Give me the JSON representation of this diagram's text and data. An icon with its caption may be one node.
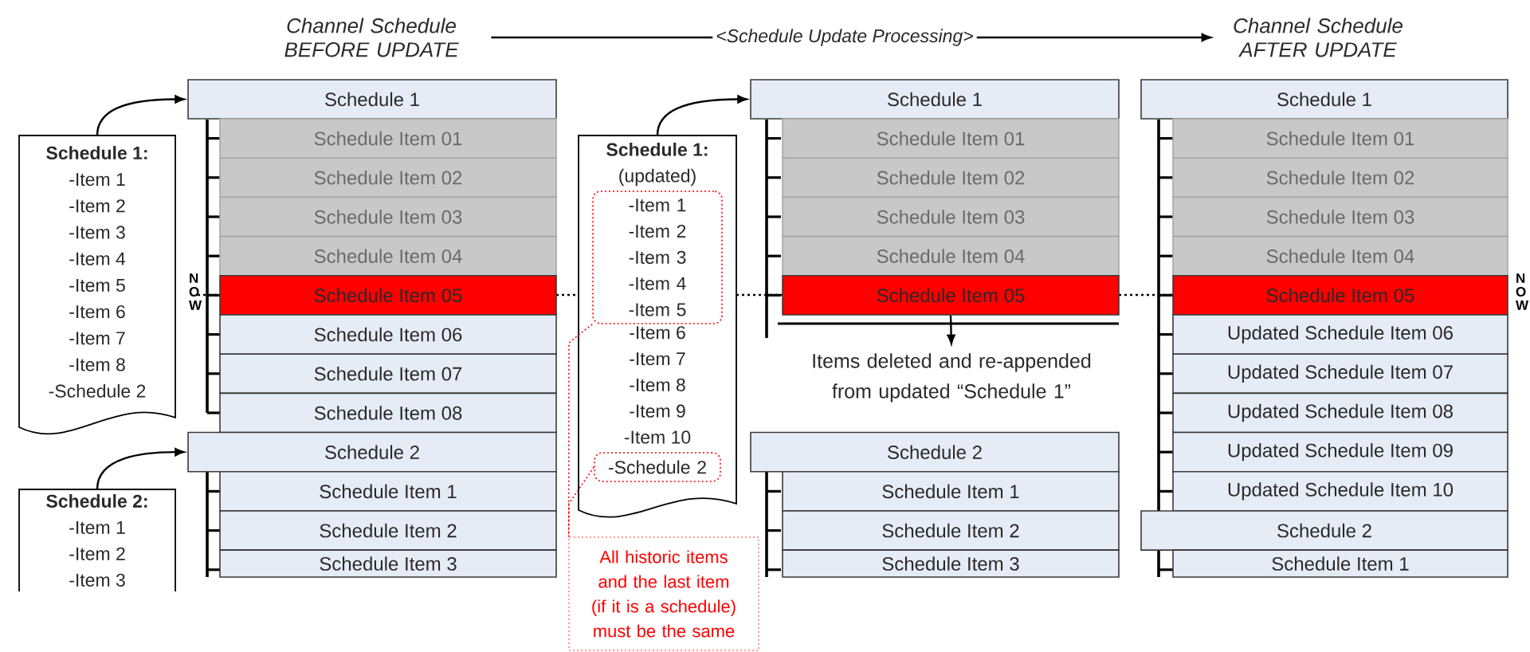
{
  "diagram": {
    "nodes": [
      {
        "text": [
          "Channel Schedule BEFORE UPDATE"
        ]
      },
      {
        "text": [
          "Channel Schedule AFTER UPDATE"
        ]
      },
      {
        "text": [
          "Schedule 1:",
          "-Item 1",
          "-Item 2",
          "-Item 3",
          "-Item 4",
          "-Item 5",
          "-Item 6",
          "-Item 7",
          "-Item 8",
          "-Schedule 2"
        ]
      },
      {
        "text": [
          "Schedule 1"
        ]
      },
      {
        "text": [
          "Schedule Item 01"
        ]
      },
      {
        "text": [
          "Schedule Item 02"
        ]
      },
      {
        "text": [
          "Schedule Item 03"
        ]
      },
      {
        "text": [
          "Schedule Item 04"
        ]
      },
      {
        "text": [
          "Schedule Item 05"
        ]
      },
      {
        "text": [
          "Schedule Item 06"
        ]
      },
      {
        "text": [
          "Schedule Item 07"
        ]
      },
      {
        "text": [
          "Schedule Item 08"
        ]
      },
      {
        "text": [
          "Schedule 2"
        ]
      },
      {
        "text": [
          "Schedule Item 1"
        ]
      },
      {
        "text": [
          "Schedule Item 2"
        ]
      },
      {
        "text": [
          "Schedule Item 3"
        ]
      },
      {
        "text": [
          "Schedule 2:",
          "-Item 1",
          "-Item 2",
          "-Item 3"
        ]
      },
      {
        "text": [
          "Schedule 1:",
          "(updated)",
          "-Item 6",
          "-Item 7",
          "-Item 8",
          "-Item 9",
          "-Item 10"
        ]
      },
      {
        "text": [
          "-Item 1",
          "-Item 2",
          "-Item 3",
          "-Item 4",
          "-Item 5"
        ],
        "in": 17
      },
      {
        "text": [
          "-Schedule 2"
        ],
        "in": 17
      },
      {
        "text": [
          "All historic items and the last item (if it is a schedule) must be the same"
        ]
      },
      {
        "text": [
          "Schedule 1"
        ]
      },
      {
        "text": [
          "Schedule Item 01"
        ]
      },
      {
        "text": [
          "Schedule Item 02"
        ]
      },
      {
        "text": [
          "Schedule Item 03"
        ]
      },
      {
        "text": [
          "Schedule Item 04"
        ]
      },
      {
        "text": [
          "Schedule Item 05"
        ]
      },
      {
        "text": [
          "Items deleted and re-appended from updated “Schedule 1”"
        ]
      },
      {
        "text": [
          "Schedule 2"
        ]
      },
      {
        "text": [
          "Schedule Item 1"
        ]
      },
      {
        "text": [
          "Schedule Item 2"
        ]
      },
      {
        "text": [
          "Schedule Item 3"
        ]
      },
      {
        "text": [
          "Schedule 1"
        ]
      },
      {
        "text": [
          "Schedule Item 01"
        ]
      },
      {
        "text": [
          "Schedule Item 02"
        ]
      },
      {
        "text": [
          "Schedule Item 03"
        ]
      },
      {
        "text": [
          "Schedule Item 04"
        ]
      },
      {
        "text": [
          "Schedule Item 05"
        ]
      },
      {
        "text": [
          "Updated Schedule Item 06"
        ]
      },
      {
        "text": [
          "Updated Schedule Item 07"
        ]
      },
      {
        "text": [
          "Updated Schedule Item 08"
        ]
      },
      {
        "text": [
          "Updated Schedule Item 09"
        ]
      },
      {
        "text": [
          "Updated Schedule Item 10"
        ]
      },
      {
        "text": [
          "Schedule 2"
        ]
      },
      {
        "text": [
          "Schedule Item 1"
        ]
      }
    ],
    "edges": [
      {
        "from": 0,
        "to": 1,
        "arrow": "to",
        "label": "<Schedule Update Processing>"
      },
      {
        "from": 2,
        "to": 3,
        "arrow": "to"
      },
      {
        "from": 16,
        "to": 12,
        "arrow": "to"
      },
      {
        "from": 17,
        "to": 21,
        "arrow": "to"
      },
      {
        "from": 26,
        "to": 27,
        "arrow": "to"
      },
      {
        "from": 18,
        "to": 20,
        "arrow": "none",
        "style": "dashed",
        "color": "#ff0000"
      },
      {
        "from": 19,
        "to": 20,
        "arrow": "none",
        "style": "dashed",
        "color": "#ff0000"
      }
    ],
    "labels": [
      "N O W",
      "N O W"
    ]
  }
}
